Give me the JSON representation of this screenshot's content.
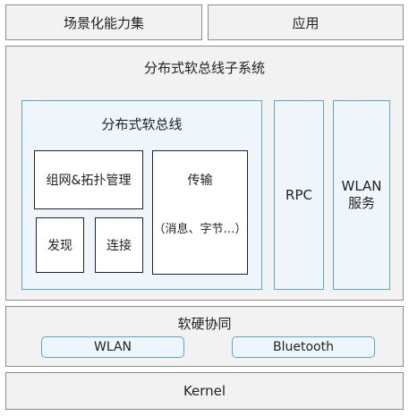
{
  "layers": {
    "scene_capability_set": "场景化能力集",
    "application": "应用",
    "distributed_softbus_subsystem": "分布式软总线子系统",
    "distributed_softbus": "分布式软总线",
    "networking_topology": "组网&拓扑管理",
    "transmission": "传输",
    "transmission_detail": "（消息、字节…）",
    "discovery": "发现",
    "connection": "连接",
    "rpc": "RPC",
    "wlan_service_line1": "WLAN",
    "wlan_service_line2": "服务",
    "soft_hard_collaboration": "软硬协同",
    "wlan": "WLAN",
    "bluetooth": "Bluetooth",
    "kernel": "Kernel"
  }
}
